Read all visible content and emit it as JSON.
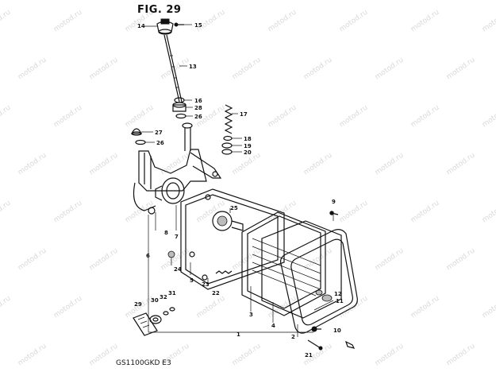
{
  "figure": {
    "title": "FIG. 29",
    "footer": "GS1100GKD  E3",
    "watermark": "motod.ru"
  },
  "callouts": [
    {
      "id": "c1",
      "label": "1"
    },
    {
      "id": "c2",
      "label": "2"
    },
    {
      "id": "c3",
      "label": "3"
    },
    {
      "id": "c4",
      "label": "4"
    },
    {
      "id": "c5",
      "label": "5"
    },
    {
      "id": "c6",
      "label": "6"
    },
    {
      "id": "c7",
      "label": "7"
    },
    {
      "id": "c8",
      "label": "8"
    },
    {
      "id": "c9",
      "label": "9"
    },
    {
      "id": "c10",
      "label": "10"
    },
    {
      "id": "c11",
      "label": "11"
    },
    {
      "id": "c12",
      "label": "12"
    },
    {
      "id": "c13",
      "label": "13"
    },
    {
      "id": "c14",
      "label": "14"
    },
    {
      "id": "c15",
      "label": "15"
    },
    {
      "id": "c16",
      "label": "16"
    },
    {
      "id": "c17",
      "label": "17"
    },
    {
      "id": "c18",
      "label": "18"
    },
    {
      "id": "c19",
      "label": "19"
    },
    {
      "id": "c20",
      "label": "20"
    },
    {
      "id": "c21",
      "label": "21"
    },
    {
      "id": "c22",
      "label": "22"
    },
    {
      "id": "c23",
      "label": "23"
    },
    {
      "id": "c24",
      "label": "24"
    },
    {
      "id": "c25",
      "label": "25"
    },
    {
      "id": "c26a",
      "label": "26"
    },
    {
      "id": "c26b",
      "label": "26"
    },
    {
      "id": "c27",
      "label": "27"
    },
    {
      "id": "c28",
      "label": "28"
    },
    {
      "id": "c29",
      "label": "29"
    },
    {
      "id": "c30",
      "label": "30"
    },
    {
      "id": "c31",
      "label": "31"
    },
    {
      "id": "c32",
      "label": "32"
    }
  ]
}
